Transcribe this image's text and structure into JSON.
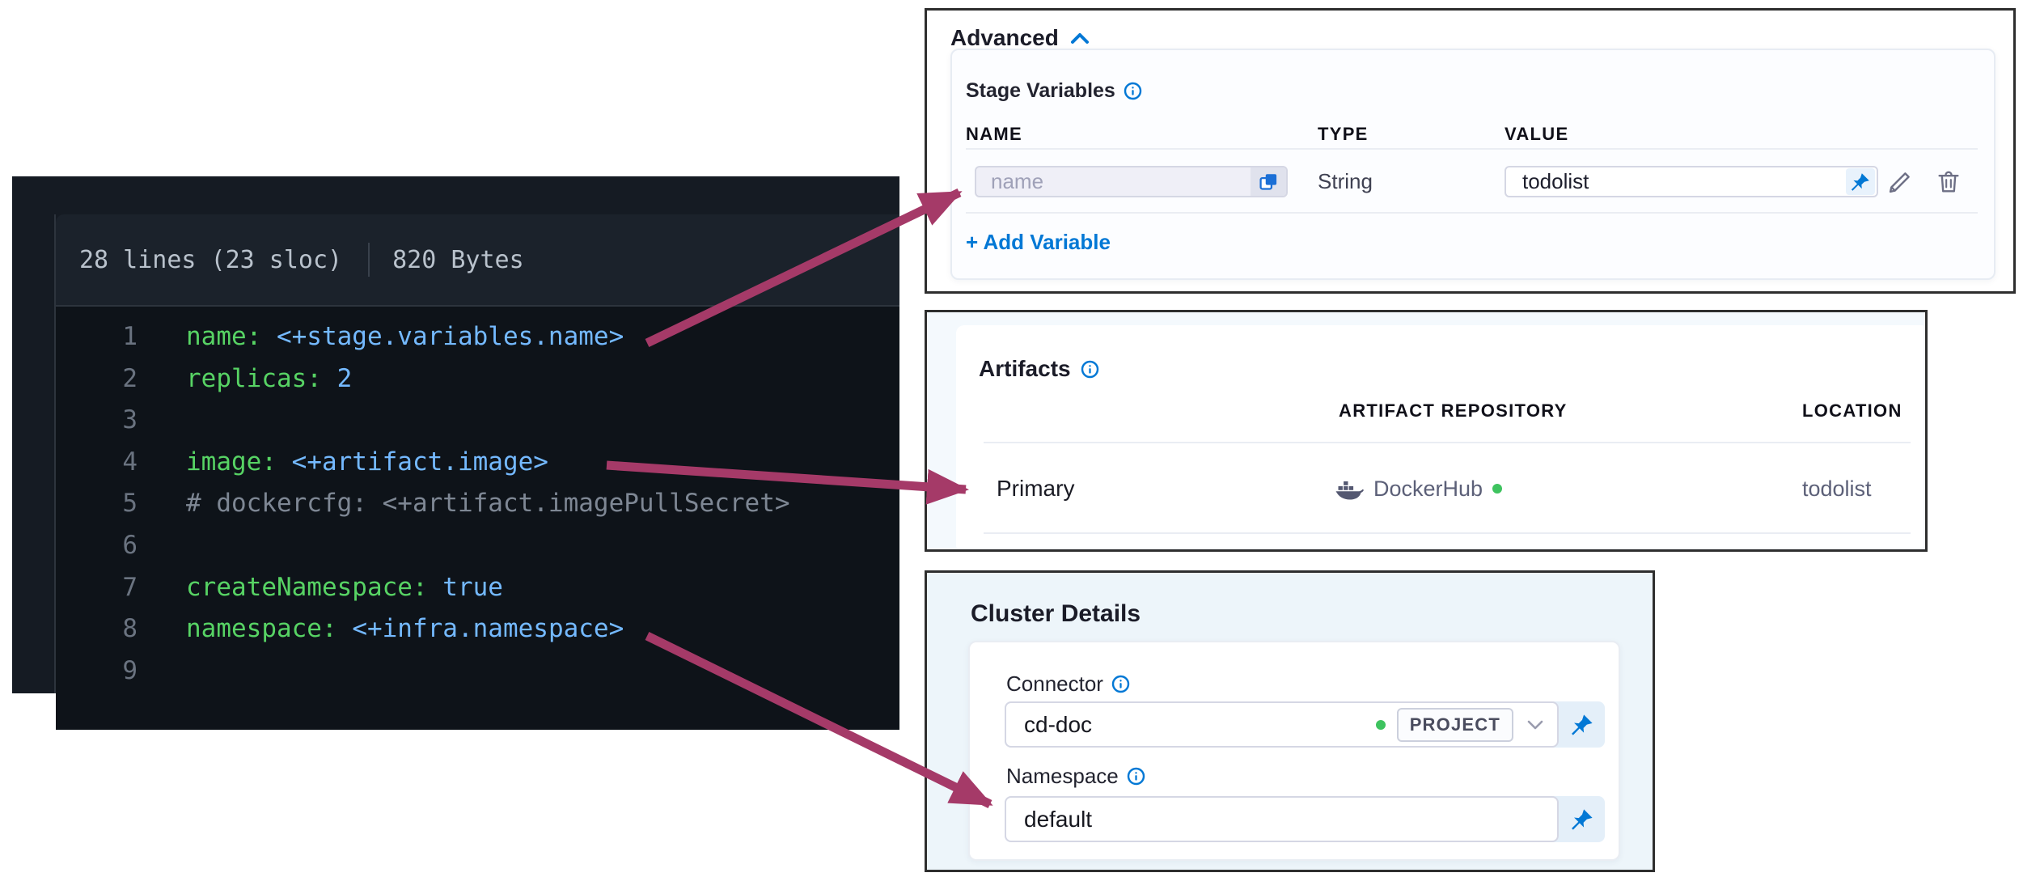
{
  "colors": {
    "accent_blue": "#0278d5",
    "arrow_pink": "#a53a68",
    "status_green": "#3ec35f",
    "code_key_green": "#57d364",
    "code_value_blue": "#74b9ff"
  },
  "code_panel": {
    "header": {
      "lines_label": "28 lines (23 sloc)",
      "size_label": "820 Bytes"
    },
    "lines": [
      {
        "num": "1",
        "key": "name: ",
        "value": "<+stage.variables.name>",
        "comment": ""
      },
      {
        "num": "2",
        "key": "replicas: ",
        "value": "2",
        "comment": ""
      },
      {
        "num": "3",
        "key": "",
        "value": "",
        "comment": ""
      },
      {
        "num": "4",
        "key": "image: ",
        "value": "<+artifact.image>",
        "comment": ""
      },
      {
        "num": "5",
        "key": "",
        "value": "",
        "comment": "# dockercfg: <+artifact.imagePullSecret>"
      },
      {
        "num": "6",
        "key": "",
        "value": "",
        "comment": ""
      },
      {
        "num": "7",
        "key": "createNamespace: ",
        "value": "true",
        "comment": ""
      },
      {
        "num": "8",
        "key": "namespace: ",
        "value": "<+infra.namespace>",
        "comment": ""
      },
      {
        "num": "9",
        "key": "",
        "value": "",
        "comment": ""
      }
    ]
  },
  "advanced": {
    "title": "Advanced",
    "section_title": "Stage Variables",
    "headers": {
      "name": "NAME",
      "type": "TYPE",
      "value": "VALUE"
    },
    "row": {
      "name_placeholder": "name",
      "type": "String",
      "value": "todolist"
    },
    "add_label": "+ Add Variable"
  },
  "artifacts": {
    "title": "Artifacts",
    "headers": {
      "repository": "ARTIFACT REPOSITORY",
      "location": "LOCATION"
    },
    "row": {
      "label": "Primary",
      "repository": "DockerHub",
      "location": "todolist"
    }
  },
  "cluster": {
    "title": "Cluster Details",
    "connector_label": "Connector",
    "connector_value": "cd-doc",
    "scope_badge": "PROJECT",
    "namespace_label": "Namespace",
    "namespace_value": "default"
  }
}
